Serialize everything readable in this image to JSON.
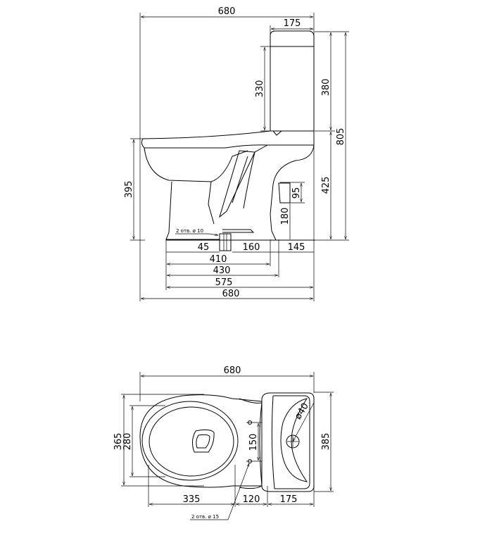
{
  "side_view": {
    "overall_width_top": "680",
    "tank_depth": "175",
    "tank_inner_height": "330",
    "tank_height": "380",
    "overall_height": "805",
    "bowl_height": "395",
    "seat_height": "425",
    "outlet_diameter": "95",
    "outlet_height": "180",
    "base_left": "45",
    "base_mid": "160",
    "outlet_offset": "145",
    "dim_410": "410",
    "dim_430": "430",
    "dim_575": "575",
    "overall_width_bottom": "680",
    "holes_note": "2 отв. ø 10"
  },
  "top_view": {
    "overall_width": "680",
    "bowl_width": "365",
    "seat_width": "280",
    "hole_spacing": "150",
    "tank_width": "385",
    "button_diameter": "ø40",
    "bowl_length": "335",
    "hole_offset": "120",
    "tank_depth": "175",
    "holes_note": "2 отв. ø 15"
  }
}
